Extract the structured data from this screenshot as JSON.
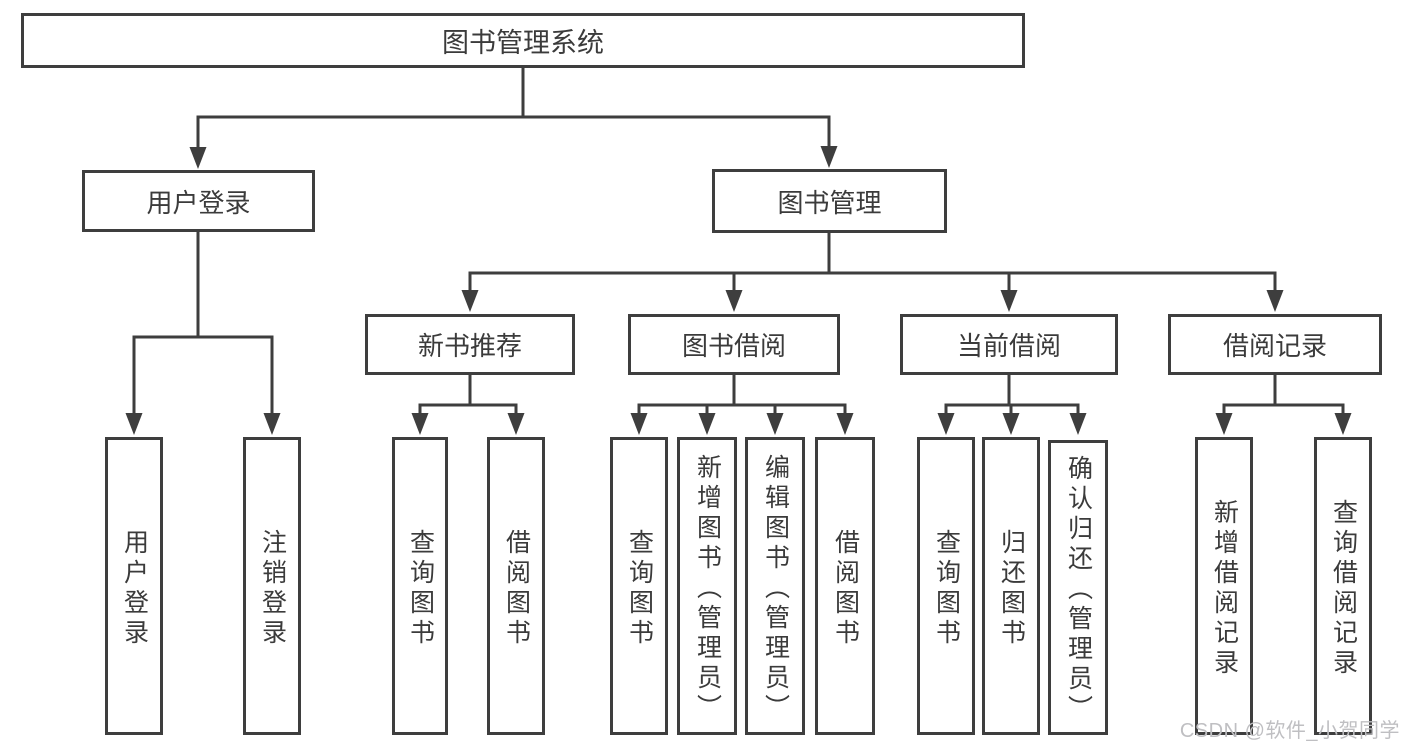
{
  "diagram": {
    "root": {
      "label": "图书管理系统"
    },
    "level2": [
      {
        "label": "用户登录"
      },
      {
        "label": "图书管理"
      }
    ],
    "level3": [
      {
        "label": "新书推荐"
      },
      {
        "label": "图书借阅"
      },
      {
        "label": "当前借阅"
      },
      {
        "label": "借阅记录"
      }
    ],
    "leaves": {
      "user_login": [
        {
          "label": "用户登录"
        },
        {
          "label": "注销登录"
        }
      ],
      "new_books": [
        {
          "label": "查询图书"
        },
        {
          "label": "借阅图书"
        }
      ],
      "book_borrowing": [
        {
          "label": "查询图书"
        },
        {
          "label": "新增图书（管理员）"
        },
        {
          "label": "编辑图书（管理员）"
        },
        {
          "label": "借阅图书"
        }
      ],
      "current_borrowing": [
        {
          "label": "查询图书"
        },
        {
          "label": "归还图书"
        },
        {
          "label": "确认归还（管理员）"
        }
      ],
      "borrowing_records": [
        {
          "label": "新增借阅记录"
        },
        {
          "label": "查询借阅记录"
        }
      ]
    }
  },
  "watermark": {
    "text": "CSDN @软件_小贺同学"
  },
  "colors": {
    "line": "#3e3e3e",
    "text": "#3b3b3b",
    "background": "#ffffff",
    "watermark": "#bfbfc2"
  }
}
